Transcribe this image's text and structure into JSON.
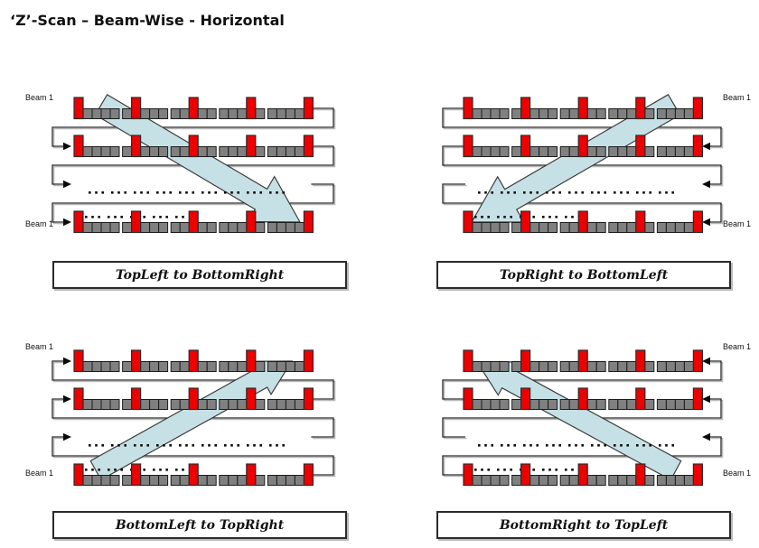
{
  "title": "‘Z’-Scan – Beam-Wise - Horizontal",
  "beam_label": "Beam 1",
  "colors": {
    "beam_marker_red": "#ee0000",
    "detector_cell_gray": "#808080",
    "direction_arrow_fill": "#c6e1e6",
    "direction_arrow_stroke": "#3d3d3d",
    "line": "#262626",
    "line_shadow": "#b8b8b8",
    "text": "#111111"
  },
  "structure": {
    "rows_per_quadrant": 4,
    "beam_markers_per_row": 5,
    "cells_per_group": 4
  },
  "quadrants": [
    {
      "id": "top-left",
      "label": "TopLeft to BottomRight",
      "flow": "down",
      "mirrored": false,
      "beam_label_side": "left"
    },
    {
      "id": "top-right",
      "label": "TopRight to BottomLeft",
      "flow": "down",
      "mirrored": true,
      "beam_label_side": "right"
    },
    {
      "id": "bottom-left",
      "label": "BottomLeft to TopRight",
      "flow": "up",
      "mirrored": false,
      "beam_label_side": "left"
    },
    {
      "id": "bottom-right",
      "label": "BottomRight to TopLeft",
      "flow": "up",
      "mirrored": true,
      "beam_label_side": "right"
    }
  ]
}
